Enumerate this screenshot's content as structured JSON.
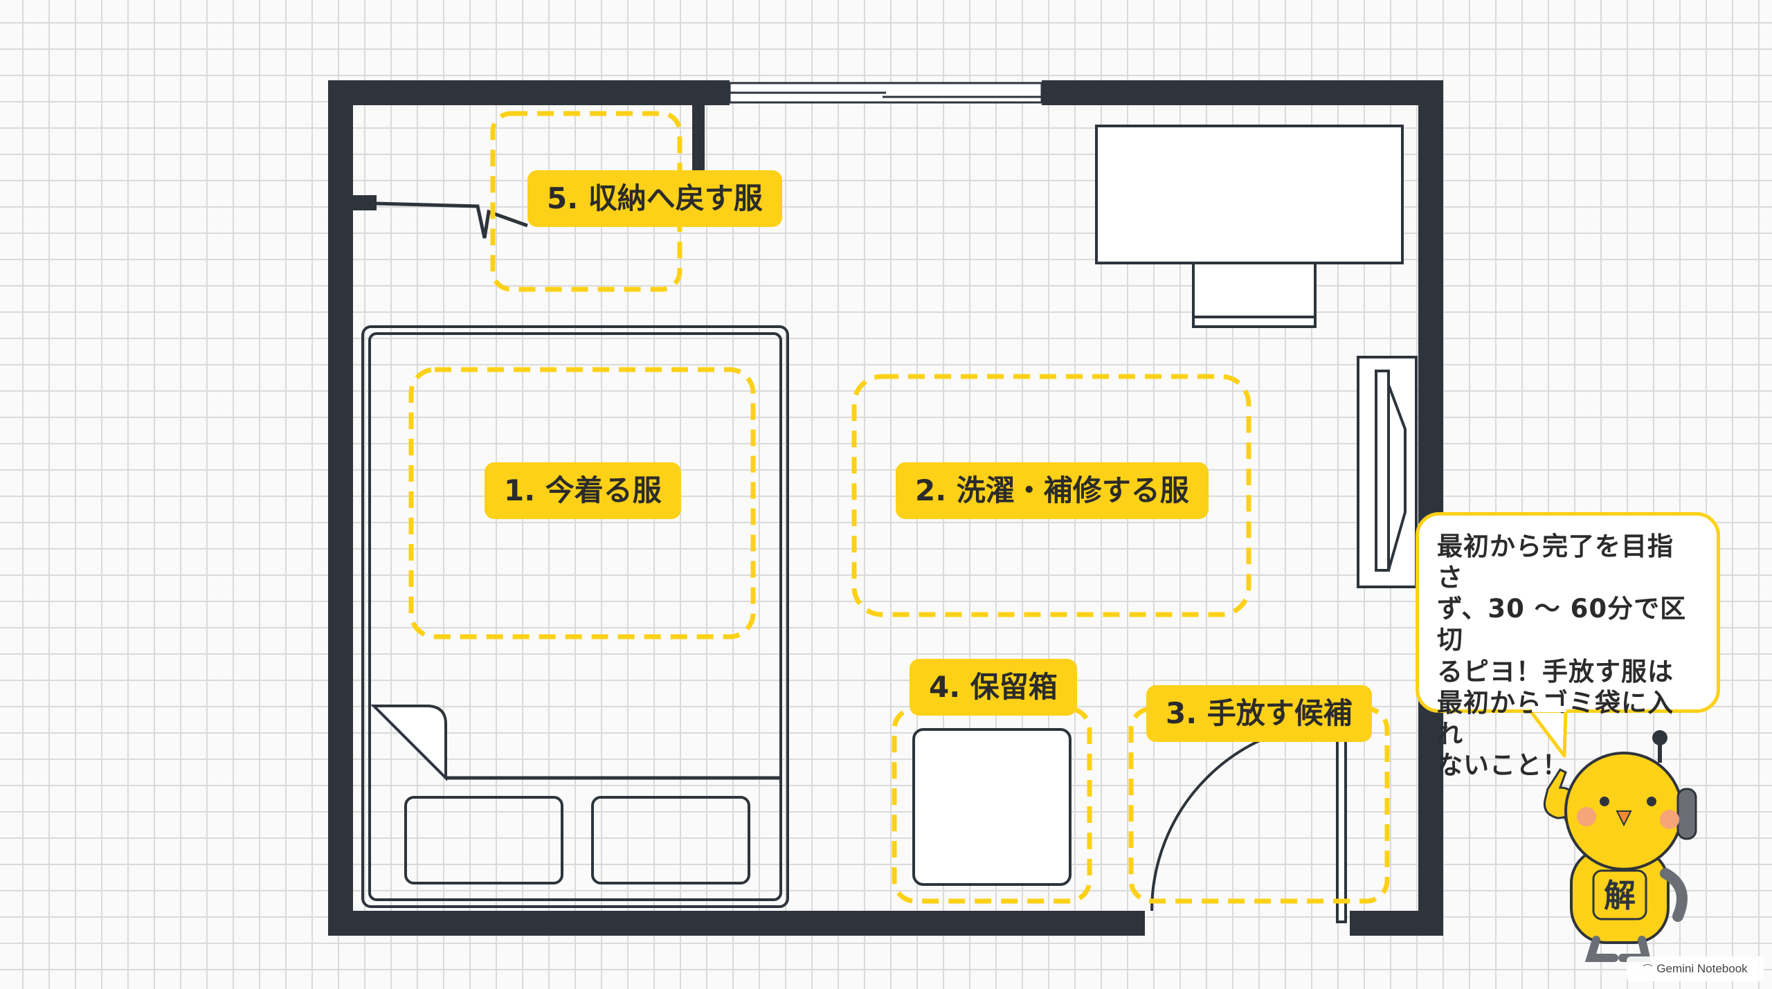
{
  "zones": {
    "wear_now": "1. 今着る服",
    "wash_repair": "2. 洗濯・補修する服",
    "let_go": "3. 手放す候補",
    "hold_box": "4. 保留箱",
    "return_storage": "5. 収納へ戻す服"
  },
  "bubble": {
    "text": "最初から完了を目指さ\nず、30 ～ 60分で区切\nるピヨ！手放す服は\n最初からゴミ袋に入れ\nないこと！"
  },
  "mascot": {
    "badge": "解"
  },
  "watermark": {
    "text": "Gemini Notebook"
  },
  "colors": {
    "wall": "#2e343c",
    "zone_yellow": "#fcd117",
    "text_dark": "#2b2b2b"
  }
}
